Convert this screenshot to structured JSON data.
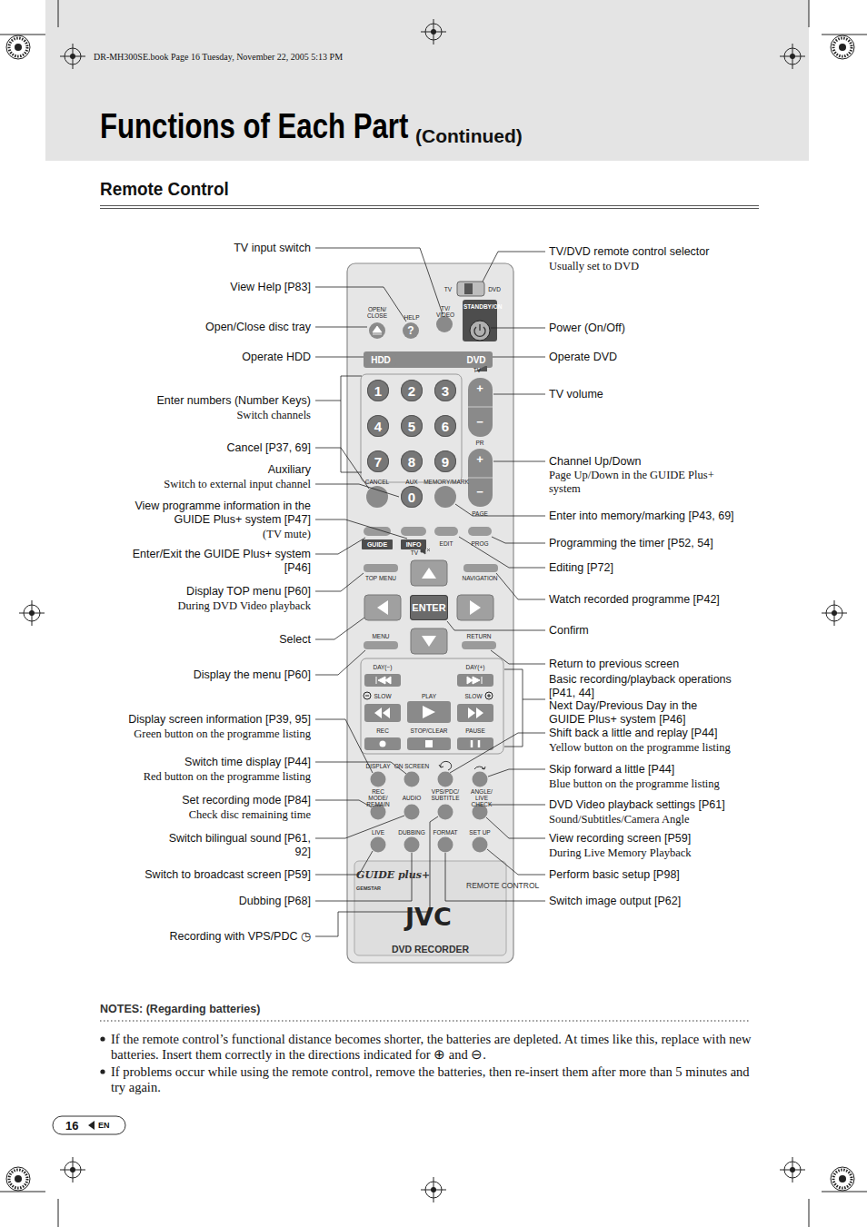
{
  "diagram": {
    "title": "Functions of Each Part",
    "nodes": [
      {
        "text": [
          "DVD RECORDER"
        ]
      },
      {
        "text": [
          "HDD"
        ],
        "in": 0
      },
      {
        "text": [
          "DVD"
        ],
        "in": 0
      },
      {
        "text": [
          "?"
        ],
        "in": 0
      },
      {
        "text": [
          "1"
        ],
        "in": 0
      },
      {
        "text": [
          "2"
        ],
        "in": 0
      },
      {
        "text": [
          "3"
        ],
        "in": 0
      },
      {
        "text": [
          "4"
        ],
        "in": 0
      },
      {
        "text": [
          "5"
        ],
        "in": 0
      },
      {
        "text": [
          "6"
        ],
        "in": 0
      },
      {
        "text": [
          "7"
        ],
        "in": 0
      },
      {
        "text": [
          "8"
        ],
        "in": 0
      },
      {
        "text": [
          "9"
        ],
        "in": 0
      },
      {
        "text": [
          "0"
        ],
        "in": 0
      },
      {
        "text": [
          "GUIDE"
        ],
        "in": 0
      },
      {
        "text": [
          "INFO"
        ],
        "in": 0
      },
      {
        "text": [
          "ENTER"
        ],
        "in": 0
      }
    ],
    "labels": [
      "DR-MH300SE.book Page 16 Tuesday, November 22, 2005 5:13 PM",
      "(Continued)",
      "Remote Control",
      "TV input switch",
      "View Help [P83]",
      "Open/Close disc tray",
      "Operate HDD",
      "Enter numbers (Number Keys)",
      "Switch channels",
      "Cancel [P37, 69]",
      "Auxiliary",
      "Switch to external input channel",
      "View programme information in the GUIDE Plus+ system [P47]",
      "(TV mute)",
      "Enter/Exit the GUIDE Plus+ system [P46]",
      "Display TOP menu [P60]",
      "During DVD Video playback",
      "Select",
      "Display the menu [P60]",
      "Display screen information [P39, 95]",
      "Green button on the programme listing",
      "Switch time display [P44]",
      "Red button on the programme listing",
      "Set recording mode [P84]",
      "Check disc remaining time",
      "Switch bilingual sound [P61, 92]",
      "Switch to broadcast screen [P59]",
      "Dubbing [P68]",
      "Recording with VPS/PDC ◷",
      "TV/DVD remote control selector",
      "Usually set to DVD",
      "Power (On/Off)",
      "Operate DVD",
      "TV volume",
      "Channel Up/Down",
      "Page Up/Down in the GUIDE Plus+ system",
      "Enter into memory/marking [P43, 69]",
      "Programming the timer [P52, 54]",
      "Editing [P72]",
      "Watch recorded programme [P42]",
      "Confirm",
      "Return to previous screen",
      "Basic recording/playback operations [P41, 44]",
      "Next Day/Previous Day in the GUIDE Plus+ system [P46]",
      "Shift back a little and replay [P44]",
      "Yellow button on the programme listing",
      "Skip forward a little [P44]",
      "Blue button on the programme listing",
      "DVD Video playback settings [P61]",
      "Sound/Subtitles/Camera Angle",
      "View recording screen [P59]",
      "During Live Memory Playback",
      "Perform basic setup [P98]",
      "Switch image output [P62]",
      "NOTES: (Regarding batteries)",
      "If the remote control’s functional distance becomes shorter, the batteries are depleted. At times like this, replace with new batteries. Insert them correctly in the directions indicated for ⊕ and ⊖.",
      "If problems occur while using the remote control, remove the batteries, then re-insert them after more than 5 minutes and try again.",
      "16",
      "EN",
      "TV",
      "DVD",
      "OPEN/ CLOSE",
      "HELP",
      "TV/ VIDEO",
      "STANDBY/ON",
      "TV",
      "+",
      "−",
      "PR",
      "+",
      "−",
      "PAGE",
      "CANCEL",
      "AUX",
      "MEMORY/MARK",
      "TV",
      "EDIT",
      "PROG",
      "TOP MENU",
      "NAVIGATION",
      "MENU",
      "RETURN",
      "DAY(−)",
      "DAY(+)",
      "SLOW",
      "PLAY",
      "SLOW",
      "REC",
      "STOP/CLEAR",
      "PAUSE",
      "DISPLAY",
      "ON SCREEN",
      "REC MODE/ REMAIN",
      "AUDIO",
      "VPS/PDC/ SUBTITLE",
      "ANGLE/ LIVE CHECK",
      "LIVE",
      "DUBBING",
      "FORMAT",
      "SET UP",
      "REMOTE CONTROL",
      "JVC",
      "GUIDE plus+",
      "GEMSTAR"
    ]
  }
}
